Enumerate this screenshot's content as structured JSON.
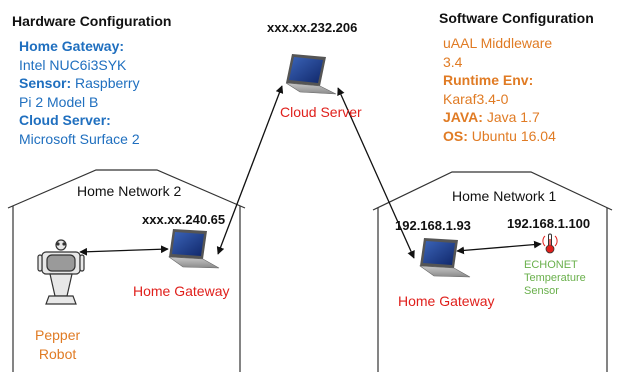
{
  "hardware": {
    "title": "Hardware Configuration",
    "items": [
      {
        "key": "Home Gateway:",
        "value": "Intel NUC6i3SYK"
      },
      {
        "key": "Sensor:",
        "value_inline": " Raspberry",
        "value": "Pi 2 Model B"
      },
      {
        "key": "Cloud Server:",
        "value": "Microsoft Surface 2"
      }
    ]
  },
  "software": {
    "title": "Software Configuration",
    "lines": {
      "middleware_name": "uAAL Middleware",
      "middleware_version": "3.4",
      "runtime_key": "Runtime Env:",
      "runtime_value": "Karaf3.4-0",
      "java_key": "JAVA:",
      "java_value": " Java 1.7",
      "os_key": "OS:",
      "os_value": " Ubuntu 16.04"
    }
  },
  "cloud": {
    "ip": "xxx.xx.232.206",
    "label": "Cloud Server"
  },
  "network2": {
    "label": "Home Network 2",
    "gateway_ip": "xxx.xx.240.65",
    "gateway_label": "Home Gateway",
    "robot_label_line1": "Pepper",
    "robot_label_line2": "Robot"
  },
  "network1": {
    "label": "Home Network 1",
    "gateway_ip": "192.168.1.93",
    "sensor_ip": "192.168.1.100",
    "gateway_label": "Home Gateway",
    "sensor_label_line1": "ECHONET",
    "sensor_label_line2": "Temperature",
    "sensor_label_line3": "Sensor"
  },
  "colors": {
    "hardware_text": "#1f6fbf",
    "software_text": "#e07b24",
    "device_label": "#e0201c",
    "sensor_label": "#6ab04c",
    "laptop_screen": "#1e3f8a"
  },
  "icons": [
    "laptop-icon",
    "robot-icon",
    "temperature-sensor-icon"
  ]
}
